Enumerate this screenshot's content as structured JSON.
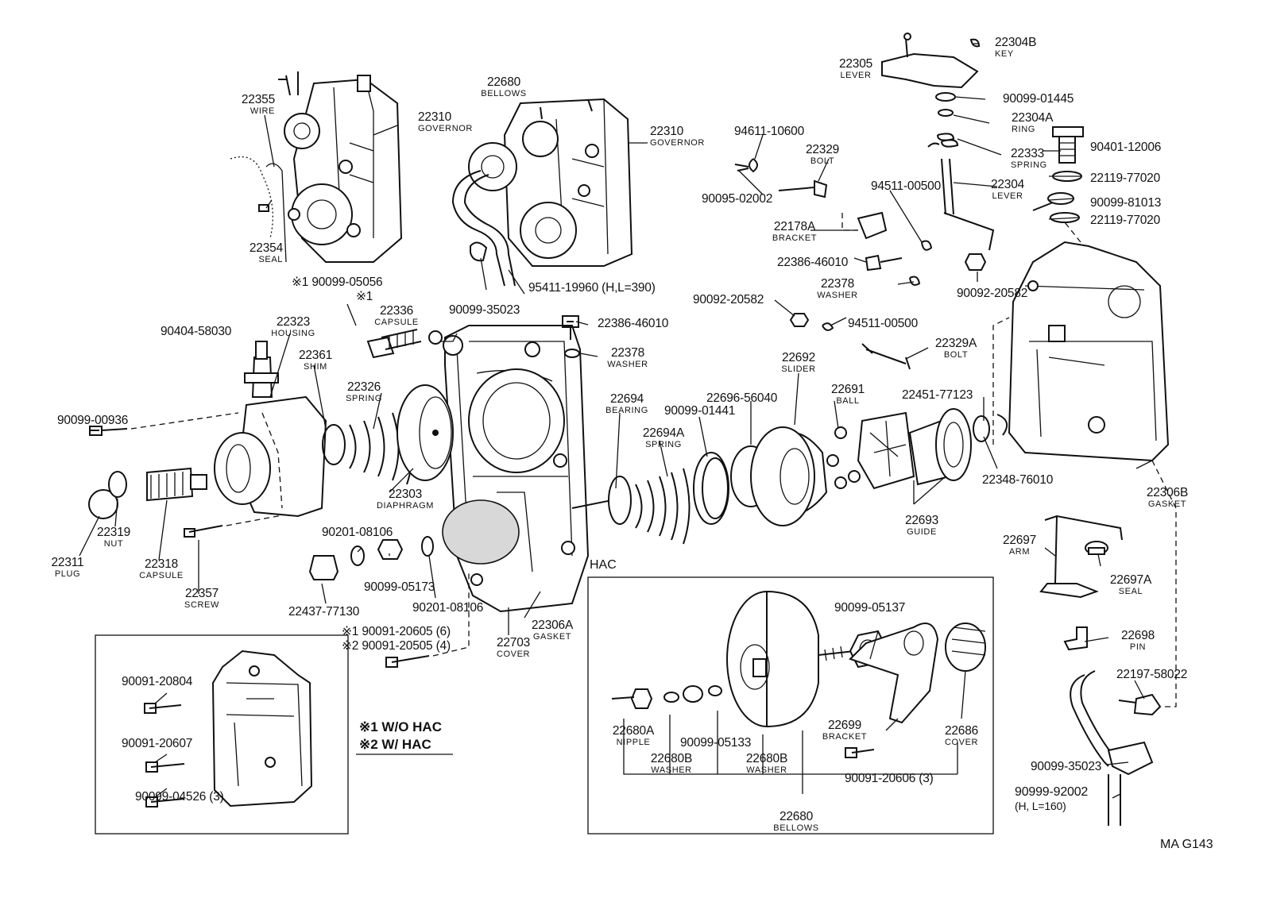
{
  "drawing_code": "MA G143",
  "hac_box_title": "HAC",
  "legend": {
    "note1": "※1 W/O HAC",
    "note2": "※2 W/ HAC"
  },
  "parts": {
    "p22355": {
      "number": "22355",
      "name": "WIRE"
    },
    "p22354": {
      "number": "22354",
      "name": "SEAL"
    },
    "p22310a": {
      "number": "22310",
      "name": "GOVERNOR"
    },
    "p22680a": {
      "number": "22680",
      "name": "BELLOWS"
    },
    "p22310b": {
      "number": "22310",
      "name": "GOVERNOR"
    },
    "p9541119960": {
      "number": "95411-19960 (H,L=390)",
      "name": ""
    },
    "p9009935023a": {
      "number": "90099-35023",
      "name": ""
    },
    "p9009905056": {
      "number": "※1 90099-05056",
      "name": ""
    },
    "p22336": {
      "number": "22336",
      "name": "CAPSULE",
      "mark": "※1"
    },
    "p9040458030": {
      "number": "90404-58030",
      "name": ""
    },
    "p22323": {
      "number": "22323",
      "name": "HOUSING"
    },
    "p22361": {
      "number": "22361",
      "name": "SHIM"
    },
    "p22326": {
      "number": "22326",
      "name": "SPRING"
    },
    "p9009900936": {
      "number": "90099-00936",
      "name": ""
    },
    "p22303": {
      "number": "22303",
      "name": "DIAPHRAGM"
    },
    "p22311": {
      "number": "22311",
      "name": "PLUG"
    },
    "p22319": {
      "number": "22319",
      "name": "NUT"
    },
    "p22318": {
      "number": "22318",
      "name": "CAPSULE"
    },
    "p22357": {
      "number": "22357",
      "name": "SCREW"
    },
    "p9020108106a": {
      "number": "90201-08106",
      "name": ""
    },
    "p9009905173": {
      "number": "90099-05173",
      "name": ""
    },
    "p2243777130": {
      "number": "22437-77130",
      "name": ""
    },
    "p9020108106b": {
      "number": "90201-08106",
      "name": ""
    },
    "p22306a": {
      "number": "22306A",
      "name": "GASKET"
    },
    "p22703": {
      "number": "22703",
      "name": "COVER"
    },
    "p9009120605": {
      "number": "※1 90091-20605 (6)",
      "name": ""
    },
    "p9009120505": {
      "number": "※2 90091-20505 (4)",
      "name": ""
    },
    "p2238646010a": {
      "number": "22386-46010",
      "name": ""
    },
    "p22378a": {
      "number": "22378",
      "name": "WASHER"
    },
    "p22694": {
      "number": "22694",
      "name": "BEARING"
    },
    "p22694a": {
      "number": "22694A",
      "name": "SPRING"
    },
    "p9009901441": {
      "number": "90099-01441",
      "name": ""
    },
    "p2269656040": {
      "number": "22696-56040",
      "name": ""
    },
    "p22692": {
      "number": "22692",
      "name": "SLIDER"
    },
    "p22691": {
      "number": "22691",
      "name": "BALL"
    },
    "p22693": {
      "number": "22693",
      "name": "GUIDE"
    },
    "p2245177123": {
      "number": "22451-77123",
      "name": ""
    },
    "p2234876010": {
      "number": "22348-76010",
      "name": ""
    },
    "p9461110600": {
      "number": "94611-10600",
      "name": ""
    },
    "p9009502002": {
      "number": "90095-02002",
      "name": ""
    },
    "p22329": {
      "number": "22329",
      "name": "BOLT"
    },
    "p22178a": {
      "number": "22178A",
      "name": "BRACKET"
    },
    "p2238646010b": {
      "number": "22386-46010",
      "name": ""
    },
    "p22378b": {
      "number": "22378",
      "name": "WASHER"
    },
    "p9009220582a": {
      "number": "90092-20582",
      "name": ""
    },
    "p9451100500a": {
      "number": "94511-00500",
      "name": ""
    },
    "p22329a": {
      "number": "22329A",
      "name": "BOLT"
    },
    "p9451100500b": {
      "number": "94511-00500",
      "name": ""
    },
    "p22304": {
      "number": "22304",
      "name": "LEVER"
    },
    "p9009220582b": {
      "number": "90092-20582",
      "name": ""
    },
    "p22305": {
      "number": "22305",
      "name": "LEVER"
    },
    "p22304b": {
      "number": "22304B",
      "name": "KEY"
    },
    "p9009901445": {
      "number": "90099-01445",
      "name": ""
    },
    "p22304a": {
      "number": "22304A",
      "name": "RING"
    },
    "p22333": {
      "number": "22333",
      "name": "SPRING"
    },
    "p9040112006": {
      "number": "90401-12006",
      "name": ""
    },
    "p2211977020a": {
      "number": "22119-77020",
      "name": ""
    },
    "p9009981013": {
      "number": "90099-81013",
      "name": ""
    },
    "p2211977020b": {
      "number": "22119-77020",
      "name": ""
    },
    "p22306b": {
      "number": "22306B",
      "name": "GASKET"
    },
    "p22697": {
      "number": "22697",
      "name": "ARM"
    },
    "p22697a": {
      "number": "22697A",
      "name": "SEAL"
    },
    "p22698": {
      "number": "22698",
      "name": "PIN"
    },
    "p2219758022": {
      "number": "22197-58022",
      "name": ""
    },
    "p9009935023b": {
      "number": "90099-35023",
      "name": ""
    },
    "p9099992002": {
      "number": "90999-92002",
      "name": "(H, L=160)"
    },
    "p9009905137": {
      "number": "90099-05137",
      "name": ""
    },
    "p22680anip": {
      "number": "22680A",
      "name": "NIPPLE"
    },
    "p22680bw1": {
      "number": "22680B",
      "name": "WASHER"
    },
    "p9009905133": {
      "number": "90099-05133",
      "name": ""
    },
    "p22680bw2": {
      "number": "22680B",
      "name": "WASHER"
    },
    "p22699": {
      "number": "22699",
      "name": "BRACKET"
    },
    "p22686": {
      "number": "22686",
      "name": "COVER"
    },
    "p9009120606": {
      "number": "90091-20606 (3)",
      "name": ""
    },
    "p22680b": {
      "number": "22680",
      "name": "BELLOWS"
    },
    "p9009120804": {
      "number": "90091-20804",
      "name": ""
    },
    "p9009120607": {
      "number": "90091-20607",
      "name": ""
    },
    "p9009904526": {
      "number": "90099-04526 (3)",
      "name": ""
    }
  }
}
